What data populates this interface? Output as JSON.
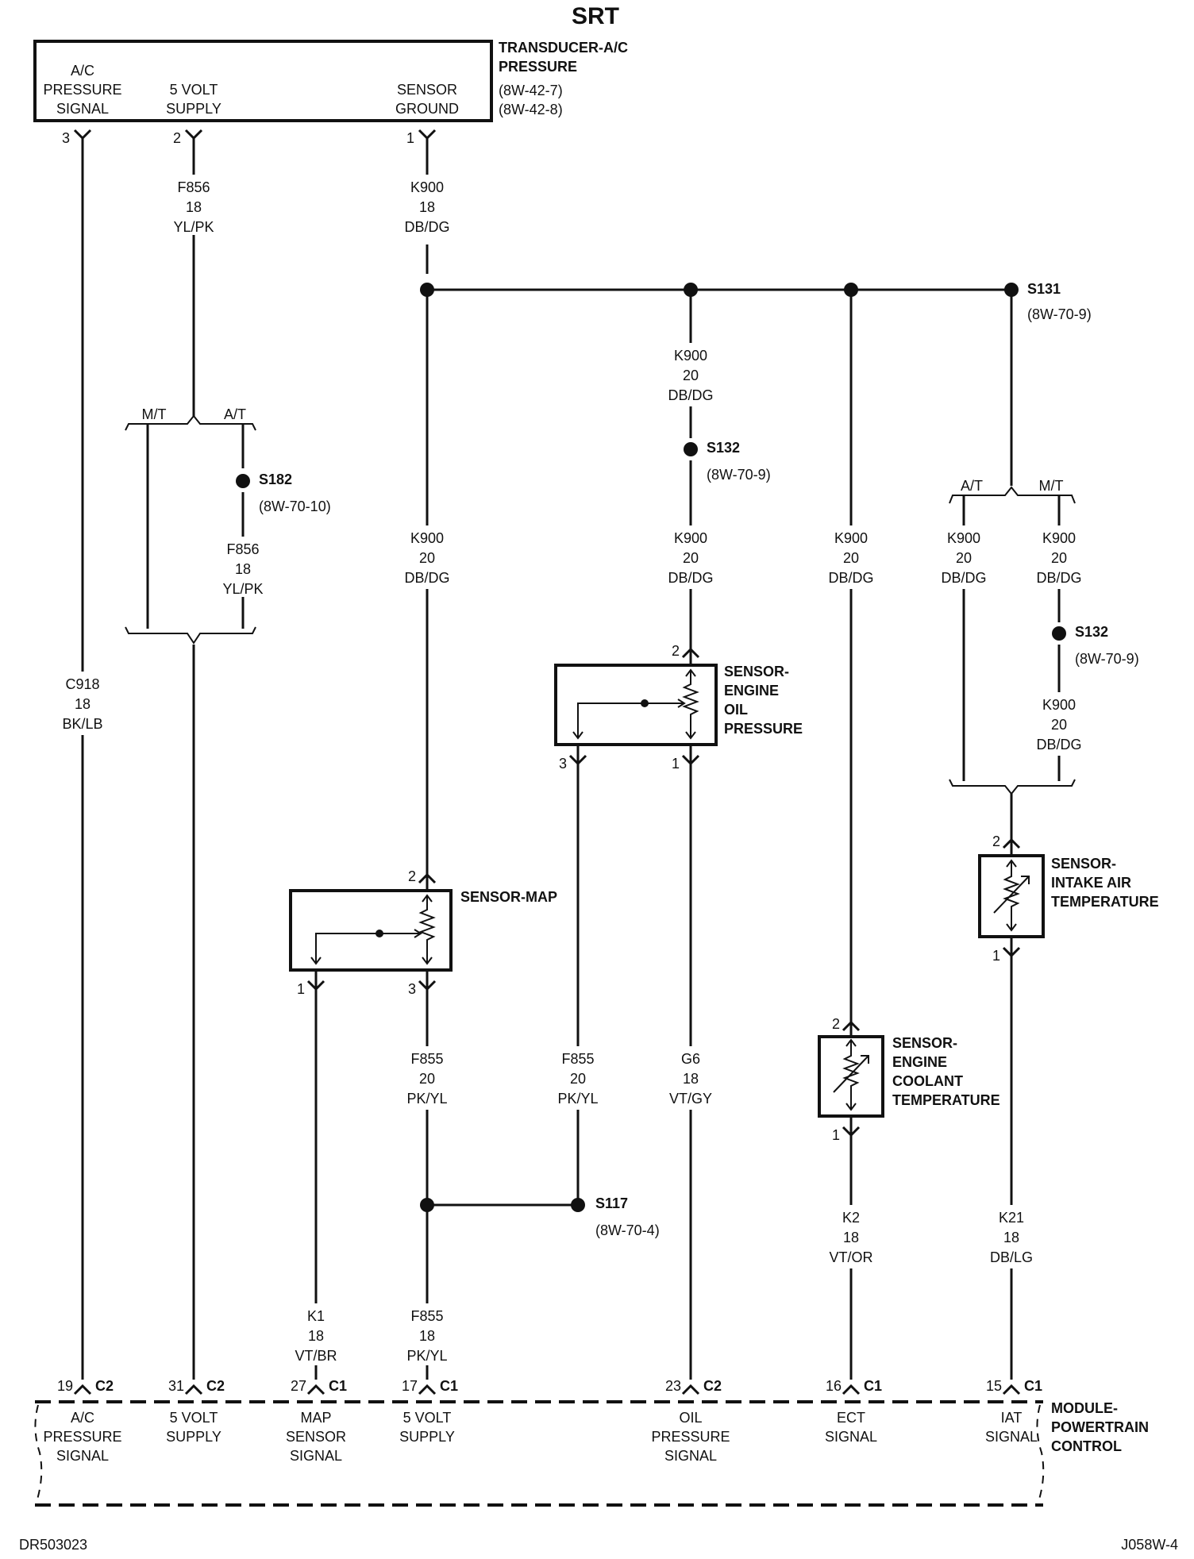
{
  "title": "SRT",
  "footer": {
    "left_code": "DR503023",
    "right_code": "J058W-4"
  },
  "transducer": {
    "name": [
      "TRANSDUCER-A/C",
      "PRESSURE"
    ],
    "refs": [
      "(8W-42-7)",
      "(8W-42-8)"
    ],
    "pins": [
      {
        "num": "3",
        "label": [
          "A/C",
          "PRESSURE",
          "SIGNAL"
        ]
      },
      {
        "num": "2",
        "label": [
          "5 VOLT",
          "SUPPLY"
        ]
      },
      {
        "num": "1",
        "label": [
          "SENSOR",
          "GROUND"
        ]
      }
    ]
  },
  "wires": {
    "f856_top": [
      "F856",
      "18",
      "YL/PK"
    ],
    "k900_top": [
      "K900",
      "18",
      "DB/DG"
    ],
    "k900_oil_a": [
      "K900",
      "20",
      "DB/DG"
    ],
    "k900_oil_b": [
      "K900",
      "20",
      "DB/DG"
    ],
    "k900_map": [
      "K900",
      "20",
      "DB/DG"
    ],
    "k900_ect": [
      "K900",
      "20",
      "DB/DG"
    ],
    "k900_iat_at": [
      "K900",
      "20",
      "DB/DG"
    ],
    "k900_iat_mt_a": [
      "K900",
      "20",
      "DB/DG"
    ],
    "k900_iat_mt_b": [
      "K900",
      "20",
      "DB/DG"
    ],
    "f856_at": [
      "F856",
      "18",
      "YL/PK"
    ],
    "c918": [
      "C918",
      "18",
      "BK/LB"
    ],
    "f855_map": [
      "F855",
      "20",
      "PK/YL"
    ],
    "f855_oil": [
      "F855",
      "20",
      "PK/YL"
    ],
    "g6": [
      "G6",
      "18",
      "VT/GY"
    ],
    "k2": [
      "K2",
      "18",
      "VT/OR"
    ],
    "k21": [
      "K21",
      "18",
      "DB/LG"
    ],
    "k1": [
      "K1",
      "18",
      "VT/BR"
    ],
    "f855_bottom": [
      "F855",
      "18",
      "PK/YL"
    ]
  },
  "splices": {
    "s131": {
      "name": "S131",
      "ref": "(8W-70-9)"
    },
    "s132_oil": {
      "name": "S132",
      "ref": "(8W-70-9)"
    },
    "s132_iat": {
      "name": "S132",
      "ref": "(8W-70-9)"
    },
    "s182": {
      "name": "S182",
      "ref": "(8W-70-10)"
    },
    "s117": {
      "name": "S117",
      "ref": "(8W-70-4)"
    }
  },
  "options": {
    "mt": "M/T",
    "at": "A/T"
  },
  "sensors": {
    "oil": {
      "name": [
        "SENSOR-",
        "ENGINE",
        "OIL",
        "PRESSURE"
      ],
      "pin_top": "2",
      "pin_left": "3",
      "pin_right": "1"
    },
    "map": {
      "name": [
        "SENSOR-MAP"
      ],
      "pin_top": "2",
      "pin_left": "1",
      "pin_right": "3"
    },
    "ect": {
      "name": [
        "SENSOR-",
        "ENGINE",
        "COOLANT",
        "TEMPERATURE"
      ],
      "pin_top": "2",
      "pin_bottom": "1"
    },
    "iat": {
      "name": [
        "SENSOR-",
        "INTAKE AIR",
        "TEMPERATURE"
      ],
      "pin_top": "2",
      "pin_bottom": "1"
    }
  },
  "pcm": {
    "name": [
      "MODULE-",
      "POWERTRAIN",
      "CONTROL"
    ],
    "pins": [
      {
        "num": "19",
        "conn": "C2",
        "label": [
          "A/C",
          "PRESSURE",
          "SIGNAL"
        ]
      },
      {
        "num": "31",
        "conn": "C2",
        "label": [
          "5 VOLT",
          "SUPPLY"
        ]
      },
      {
        "num": "27",
        "conn": "C1",
        "label": [
          "MAP",
          "SENSOR",
          "SIGNAL"
        ]
      },
      {
        "num": "17",
        "conn": "C1",
        "label": [
          "5 VOLT",
          "SUPPLY"
        ]
      },
      {
        "num": "23",
        "conn": "C2",
        "label": [
          "OIL",
          "PRESSURE",
          "SIGNAL"
        ]
      },
      {
        "num": "16",
        "conn": "C1",
        "label": [
          "ECT",
          "SIGNAL"
        ]
      },
      {
        "num": "15",
        "conn": "C1",
        "label": [
          "IAT",
          "SIGNAL"
        ]
      }
    ]
  }
}
